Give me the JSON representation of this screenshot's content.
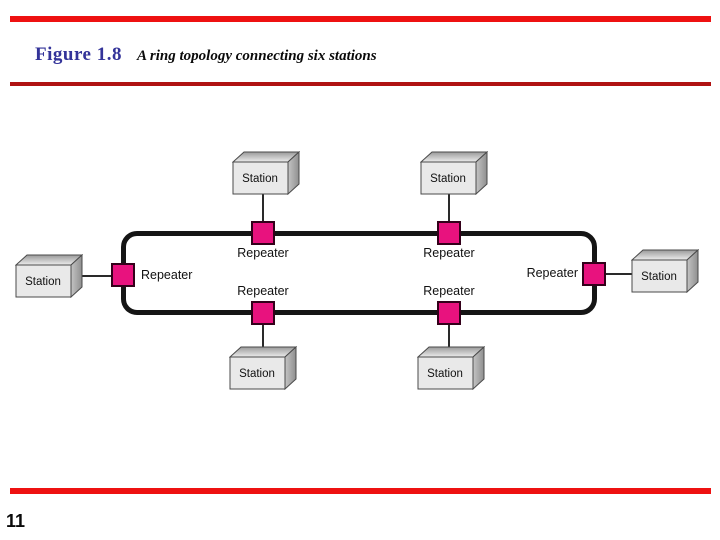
{
  "header": {
    "figure_label": "Figure 1.8",
    "caption": "A ring topology connecting six stations"
  },
  "footer": {
    "page_number": "11"
  },
  "colors": {
    "top_rule": "#ee1111",
    "title_underline": "#b01212",
    "bottom_rule": "#ee1111",
    "figure_label_blue": "#333399",
    "repeater_pink": "#e8127e",
    "ring_black": "#151515",
    "station_front_gray": "#e9e9e9",
    "station_side_gray": "#9a9a9a"
  },
  "diagram": {
    "stations": [
      {
        "position": "left",
        "label": "Station"
      },
      {
        "position": "top-left",
        "label": "Station"
      },
      {
        "position": "top-right",
        "label": "Station"
      },
      {
        "position": "right",
        "label": "Station"
      },
      {
        "position": "bottom-left",
        "label": "Station"
      },
      {
        "position": "bottom-right",
        "label": "Station"
      }
    ],
    "repeaters": [
      {
        "position": "left",
        "label": "Repeater"
      },
      {
        "position": "top-left",
        "label": "Repeater"
      },
      {
        "position": "top-right",
        "label": "Repeater"
      },
      {
        "position": "right",
        "label": "Repeater"
      },
      {
        "position": "bottom-left",
        "label": "Repeater"
      },
      {
        "position": "bottom-right",
        "label": "Repeater"
      }
    ]
  }
}
